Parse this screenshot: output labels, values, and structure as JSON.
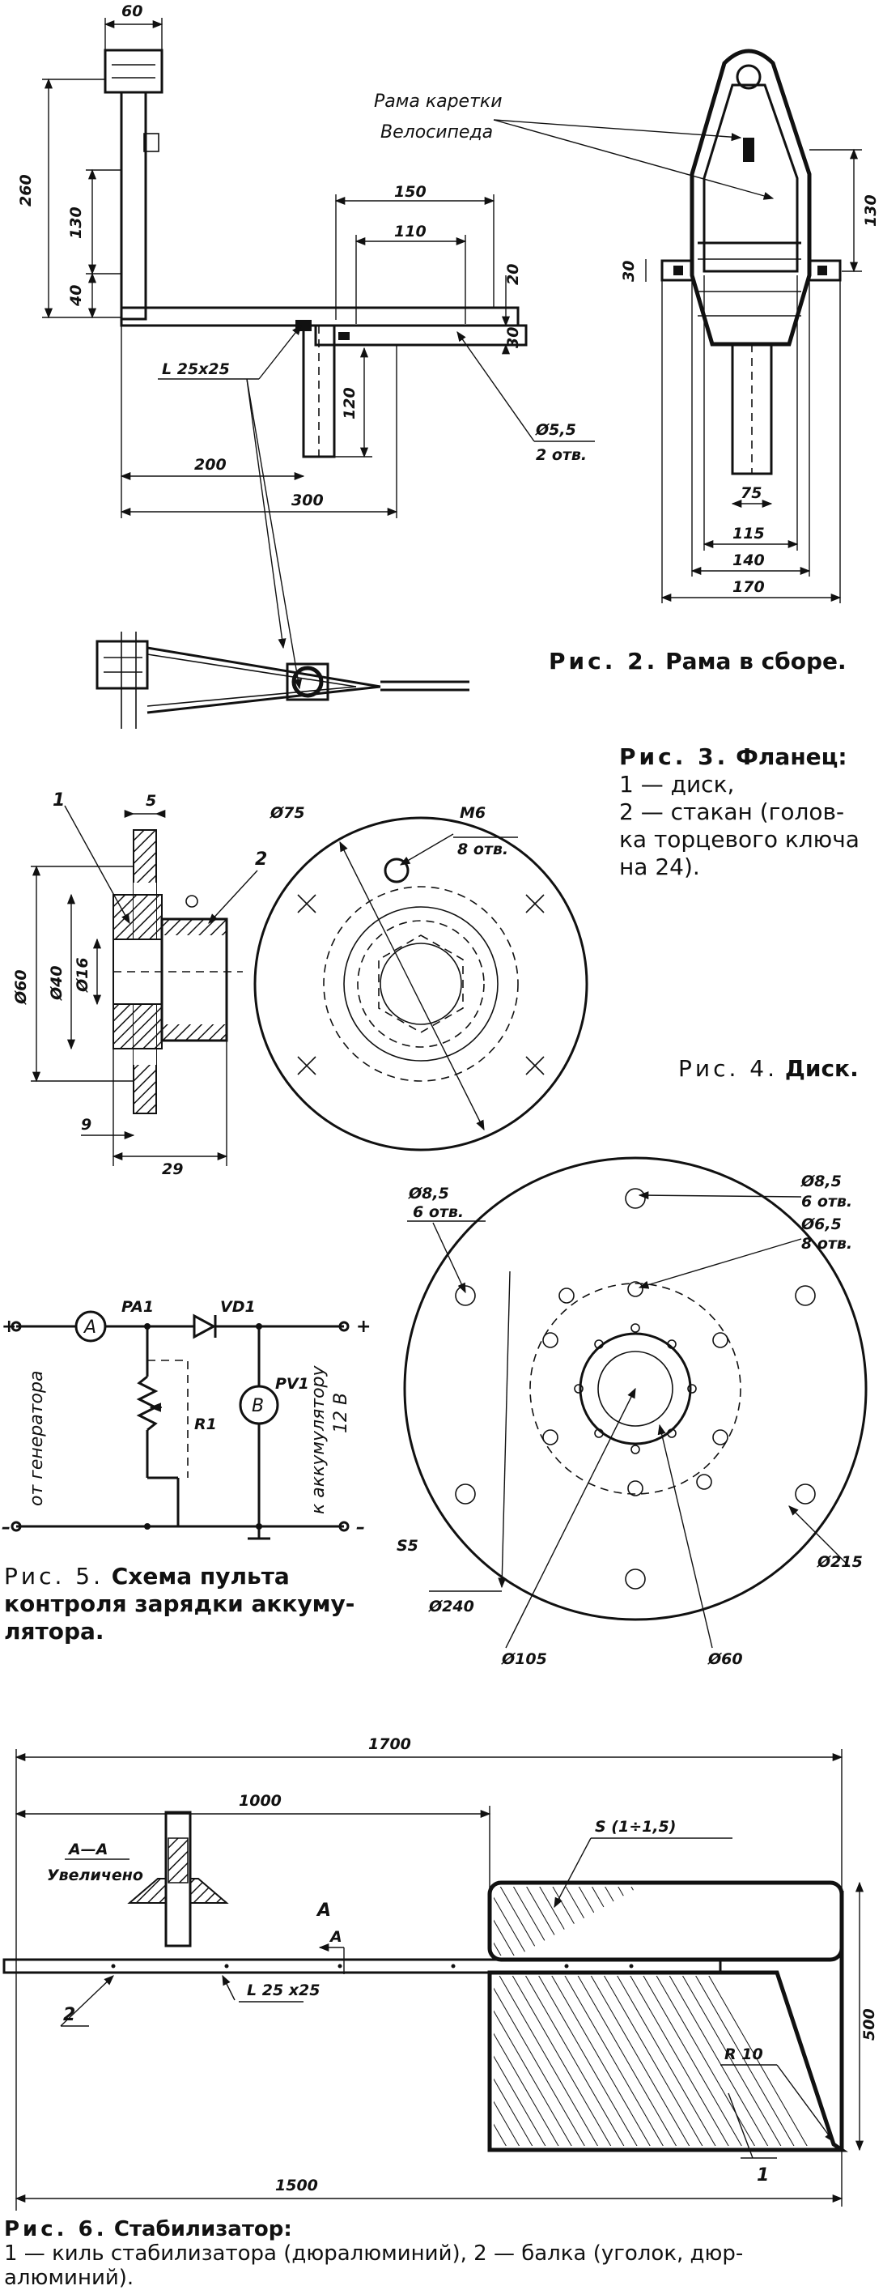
{
  "fig2": {
    "dims": {
      "d60": "60",
      "d260": "260",
      "d130a": "130",
      "d40": "40",
      "d150": "150",
      "d110": "110",
      "d20": "20",
      "d30a": "30",
      "d120": "120",
      "d200": "200",
      "d300": "300",
      "d55": "Ø5,5",
      "holes2": "2 отв.",
      "angle": "L 25x25",
      "d130b": "130",
      "d30b": "30",
      "d75": "75",
      "d115": "115",
      "d140": "140",
      "d170": "170"
    },
    "frame_label_line1": "Рама каретки",
    "frame_label_line2": "Велосипеда",
    "caption_prefix": "Рис. 2.",
    "caption_text": "Рама в сборе."
  },
  "fig3": {
    "caption_title_prefix": "Рис. 3.",
    "caption_title": "Фланец:",
    "caption_lines": [
      "1 — диск,",
      "2 — стакан (голов-",
      "ка торцевого ключа",
      "на 24)."
    ],
    "dims": {
      "n1": "1",
      "n2": "2",
      "d5": "5",
      "d60": "Ø60",
      "d40": "Ø40",
      "d16": "Ø16",
      "d9": "9",
      "d29": "29",
      "d75": "Ø75",
      "m6": "M6",
      "holes8": "8 отв."
    }
  },
  "fig4": {
    "caption_prefix": "Рис. 4.",
    "caption_text": "Диск.",
    "dims": {
      "d85a": "Ø8,5",
      "holes6a": "6 отв.",
      "d85b": "Ø8,5",
      "holes6b": "6 отв.",
      "d65": "Ø6,5",
      "holes8": "8 отв.",
      "s5": "S5",
      "d240": "Ø240",
      "d215": "Ø215",
      "d105": "Ø105",
      "d60": "Ø60"
    }
  },
  "fig5": {
    "caption_prefix": "Рис. 5.",
    "caption_text": "Схема пульта контроля зарядки аккуму-лятора.",
    "caption_lines": [
      "Схема пульта",
      "контроля зарядки аккуму-",
      "лятора."
    ],
    "labels": {
      "pa1": "PA1",
      "vd1": "VD1",
      "pv1": "PV1",
      "r1": "R1",
      "a": "A",
      "v": "B",
      "plus_l": "+",
      "minus_l": "–",
      "plus_r": "+",
      "minus_r": "–",
      "from_gen": "от генератора",
      "to_batt": "к аккумулятору",
      "v12": "12 В"
    }
  },
  "fig6": {
    "caption_prefix": "Рис. 6.",
    "caption_title": "Стабилизатор:",
    "caption_lines": [
      "1 — киль стабилизатора (дюралюминий), 2 — балка (уголок, дюр-",
      "алюминий)."
    ],
    "dims": {
      "d1700": "1700",
      "d1000": "1000",
      "d1500": "1500",
      "d500": "500",
      "s": "S (1÷1,5)",
      "section": "A—A",
      "enlarged": "Увеличено",
      "a1": "A",
      "a2": "A",
      "r10": "R 10",
      "n1": "1",
      "n2": "2",
      "angle": "L 25 x25"
    }
  }
}
